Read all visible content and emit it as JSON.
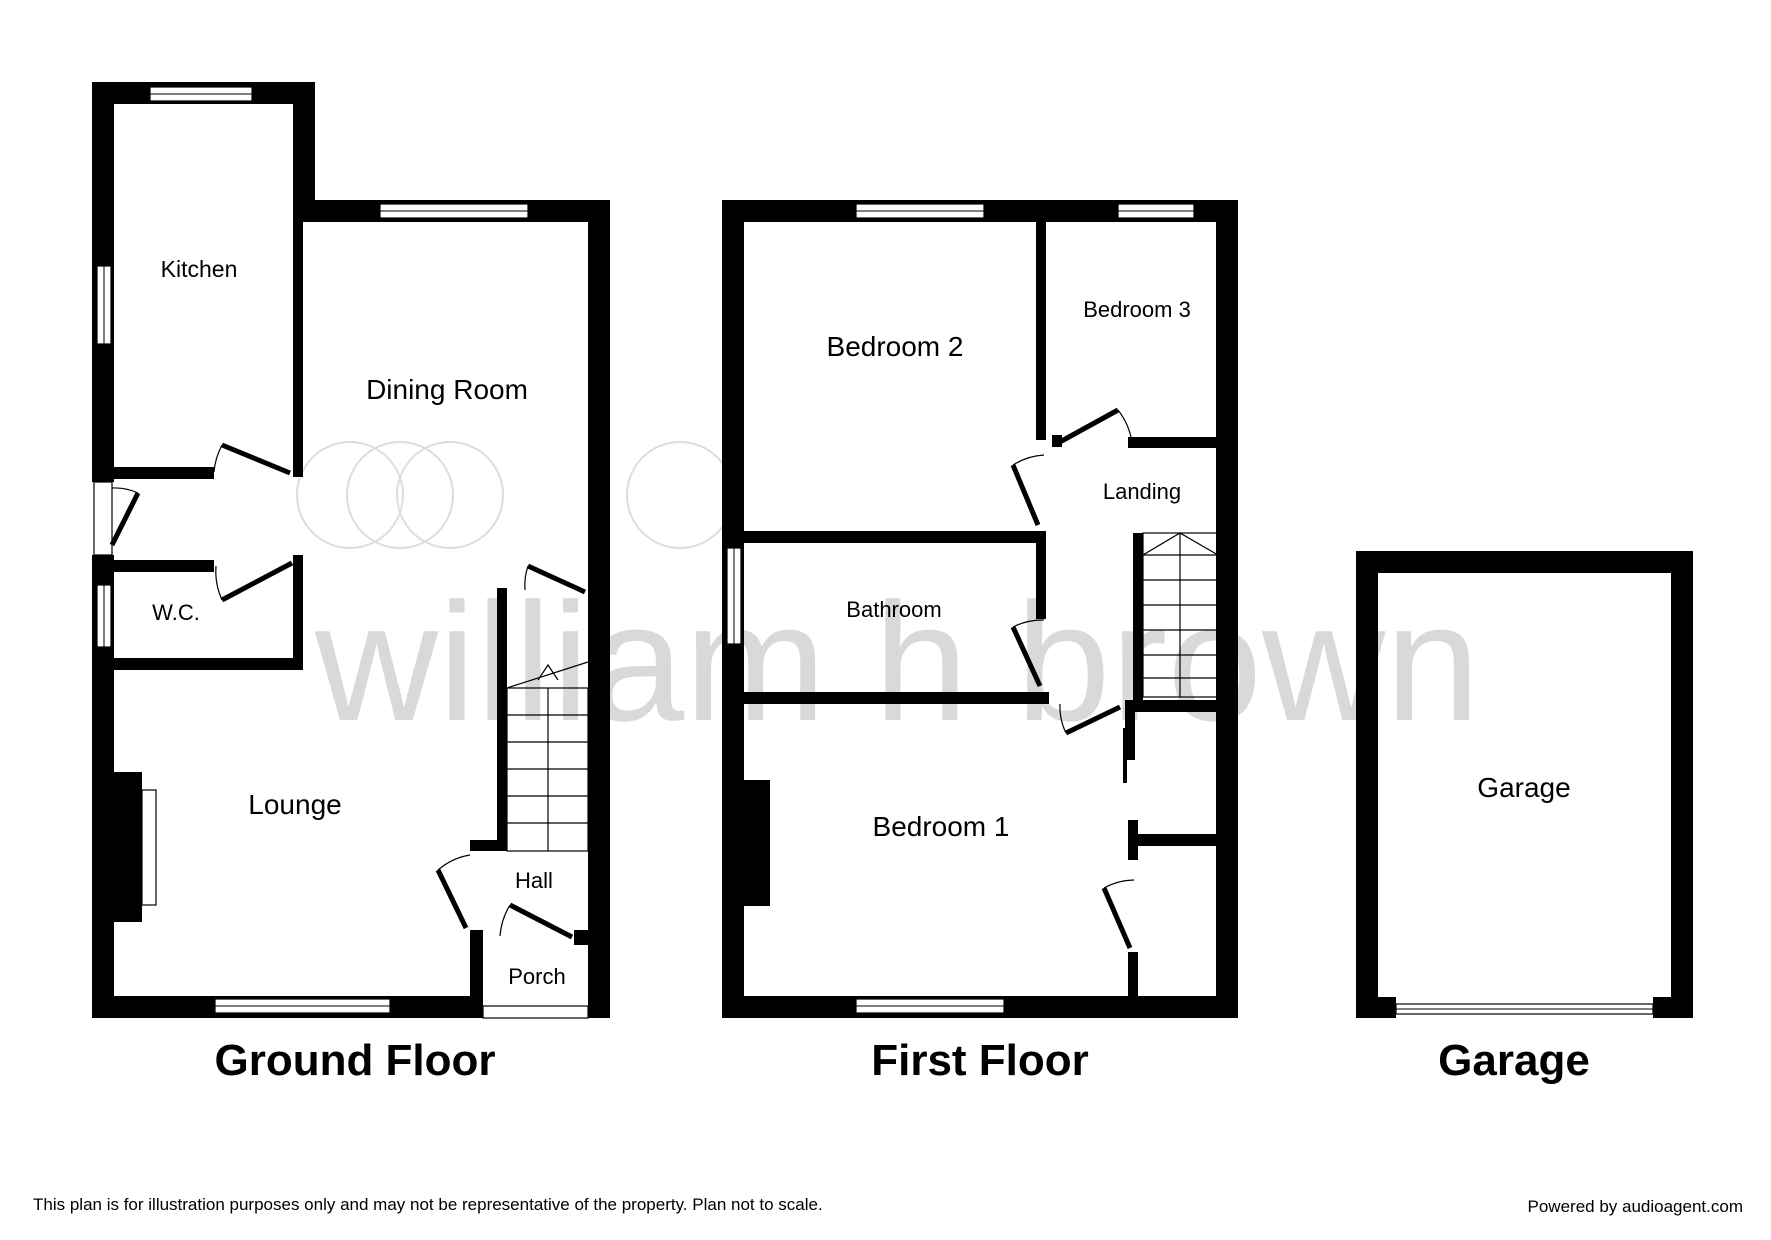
{
  "watermark": {
    "text": "william h brown"
  },
  "rooms": {
    "kitchen": "Kitchen",
    "dining_room": "Dining Room",
    "wc": "W.C.",
    "lounge": "Lounge",
    "hall": "Hall",
    "porch": "Porch",
    "bedroom2": "Bedroom 2",
    "bedroom3": "Bedroom 3",
    "landing": "Landing",
    "bathroom": "Bathroom",
    "bedroom1": "Bedroom 1",
    "garage": "Garage"
  },
  "titles": {
    "ground_floor": "Ground Floor",
    "first_floor": "First Floor",
    "garage": "Garage"
  },
  "footer": {
    "disclaimer": "This plan is for illustration purposes only and may not be representative of the property. Plan not to scale.",
    "powered_by": "Powered by audioagent.com"
  }
}
